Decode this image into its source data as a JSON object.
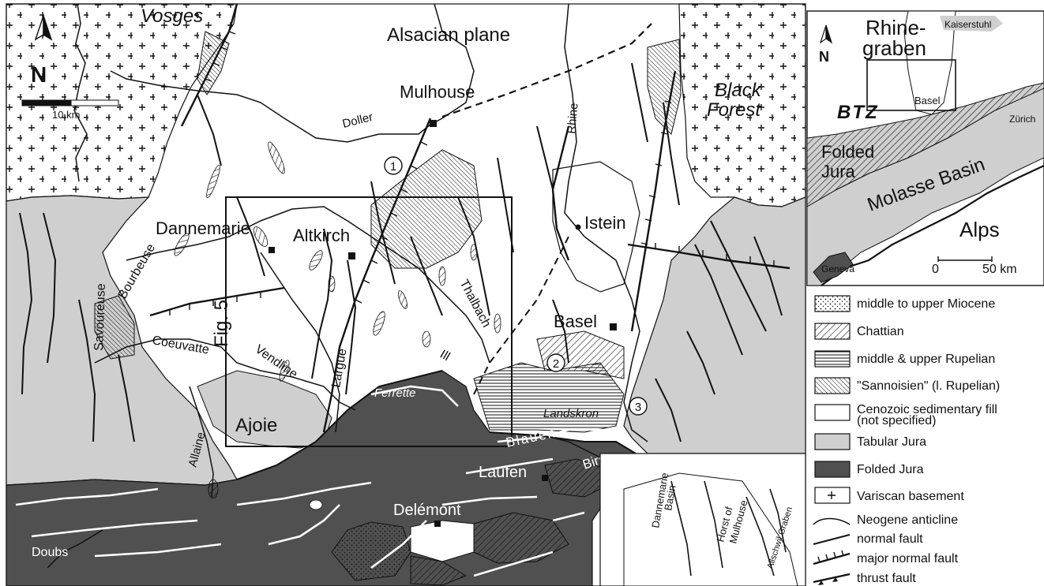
{
  "colors": {
    "tabular_jura": "#cfcfcf",
    "folded_jura": "#505050",
    "fill_white": "#ffffff",
    "line": "#111111"
  },
  "icons": [
    "north-arrow-icon",
    "north-arrow-icon-inset"
  ],
  "main_map": {
    "north_label": "N",
    "scale_label": "10 km",
    "place_labels": {
      "vosges": "Vosges",
      "alsacian_plane": "Alsacian plane",
      "mulhouse": "Mulhouse",
      "black_forest_1": "Black",
      "black_forest_2": "Forest",
      "doller": "Doller",
      "rhine": "Rhine",
      "dannemarie": "Dannemarie",
      "altkirch": "Altkirch",
      "istein": "Istein",
      "bourbeuse": "Bourbeuse",
      "savoureuse": "Savoureuse",
      "fig5": "Fig. 5",
      "coeuvatte": "Coeuvatte",
      "vendline": "Vendline",
      "largue": "Largue",
      "ill": "Ill",
      "thalbach": "Thalbach",
      "basel": "Basel",
      "ajoie": "Ajoie",
      "allaine": "Allaine",
      "ferrette": "Ferrette",
      "landskron": "Landskron",
      "blauen": "Blauen",
      "birs": "Birs",
      "laufen": "Laufen",
      "delemont": "Delémont",
      "doubs": "Doubs"
    },
    "circled_numbers": [
      "1",
      "2",
      "3"
    ]
  },
  "inset": {
    "north_label": "N",
    "rhinegraben_1": "Rhine-",
    "rhinegraben_2": "graben",
    "kaiserstuhl": "Kaiserstuhl",
    "basel": "Basel",
    "btz": "BTZ",
    "zurich": "Zürich",
    "folded_1": "Folded",
    "folded_2": "Jura",
    "molasse": "Molasse Basin",
    "alps": "Alps",
    "geneva": "Geneva",
    "scale_0": "0",
    "scale_50": "50 km"
  },
  "sketch": {
    "dannemarie_basin_1": "Dannemarie",
    "dannemarie_basin_2": "Basin",
    "horst_1": "Horst of",
    "horst_2": "Mulhouse",
    "allschwil": "Allschwil Graben"
  },
  "legend": {
    "items": [
      "middle to upper Miocene",
      "Chattian",
      "middle & upper Rupelian",
      "\"Sannoisien\" (l. Rupelian)",
      "Cenozoic sedimentary fill",
      "(not specified)",
      "Tabular Jura",
      "Folded Jura",
      "Variscan basement",
      "Neogene anticline",
      "normal fault",
      "major normal fault",
      "thrust fault"
    ]
  }
}
